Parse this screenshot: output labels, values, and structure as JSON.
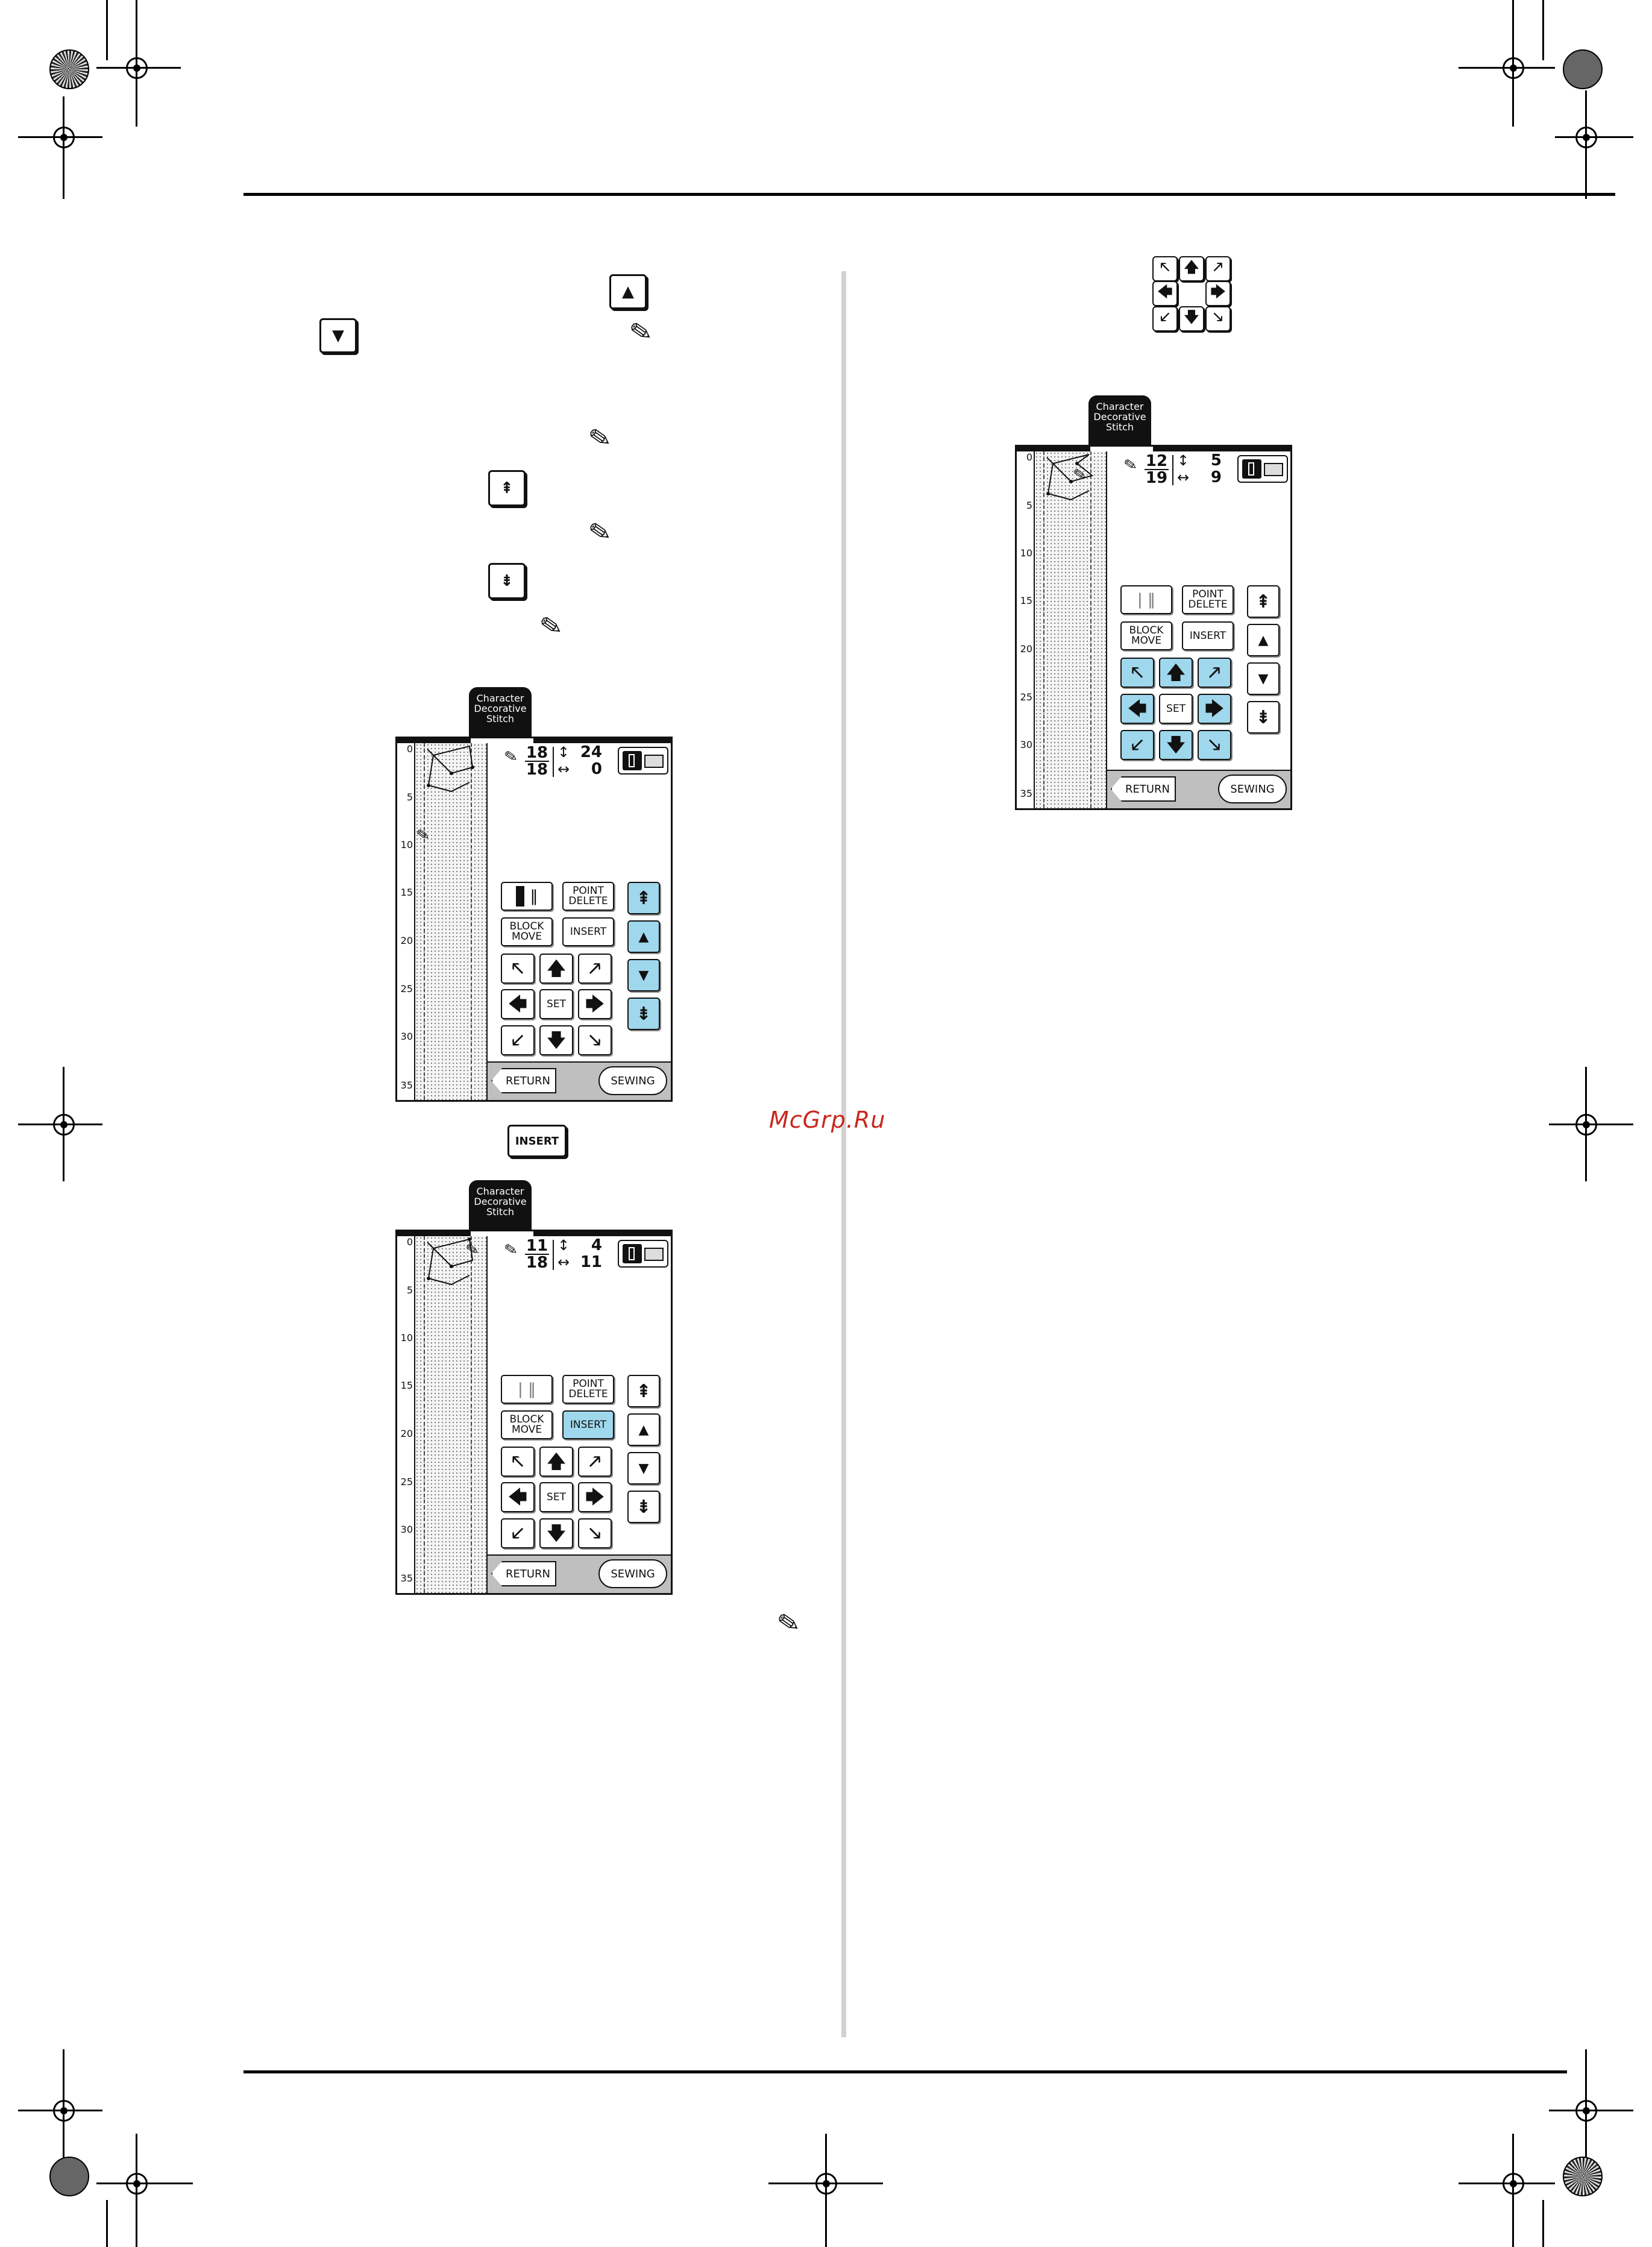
{
  "watermark": "McGrp.Ru",
  "screen_top": {
    "tab_label": [
      "Character",
      "Decorative",
      "Stitch"
    ],
    "point_num": "18",
    "point_total": "18",
    "dim_v": "24",
    "dim_h": "0",
    "ruler": [
      "0",
      "5",
      "10",
      "15",
      "20",
      "25",
      "30",
      "35"
    ],
    "buttons": {
      "point_delete": [
        "POINT",
        "DELETE"
      ],
      "block_move": [
        "BLOCK",
        "MOVE"
      ],
      "insert": "INSERT",
      "set": "SET",
      "return": "RETURN",
      "sewing": "SEWING"
    }
  },
  "insert_key_label": "INSERT",
  "screen_mid": {
    "tab_label": [
      "Character",
      "Decorative",
      "Stitch"
    ],
    "point_num": "11",
    "point_total": "18",
    "dim_v": "4",
    "dim_h": "11",
    "ruler": [
      "0",
      "5",
      "10",
      "15",
      "20",
      "25",
      "30",
      "35"
    ],
    "buttons": {
      "point_delete": [
        "POINT",
        "DELETE"
      ],
      "block_move": [
        "BLOCK",
        "MOVE"
      ],
      "insert": "INSERT",
      "set": "SET",
      "return": "RETURN",
      "sewing": "SEWING"
    }
  },
  "screen_right": {
    "tab_label": [
      "Character",
      "Decorative",
      "Stitch"
    ],
    "point_num": "12",
    "point_total": "19",
    "dim_v": "5",
    "dim_h": "9",
    "ruler": [
      "0",
      "5",
      "10",
      "15",
      "20",
      "25",
      "30",
      "35"
    ],
    "buttons": {
      "point_delete": [
        "POINT",
        "DELETE"
      ],
      "block_move": [
        "BLOCK",
        "MOVE"
      ],
      "insert": "INSERT",
      "set": "SET",
      "return": "RETURN",
      "sewing": "SEWING"
    }
  },
  "glyphs": {
    "up": "▲",
    "down": "▼",
    "top": "⇞",
    "bottom": "⇟",
    "pencil": "✎",
    "arrow_up": "🡅",
    "arrow_down": "🡇",
    "arrow_left": "🡄",
    "arrow_right": "🡆",
    "arrow_ul": "🡔",
    "arrow_ur": "🡕",
    "arrow_dl": "🡗",
    "arrow_dr": "🡖",
    "updown": "↕",
    "leftright": "↔"
  },
  "colors": {
    "button_active": "#9fd7ec",
    "watermark": "#c8281e",
    "divider": "#d2d2d2"
  }
}
